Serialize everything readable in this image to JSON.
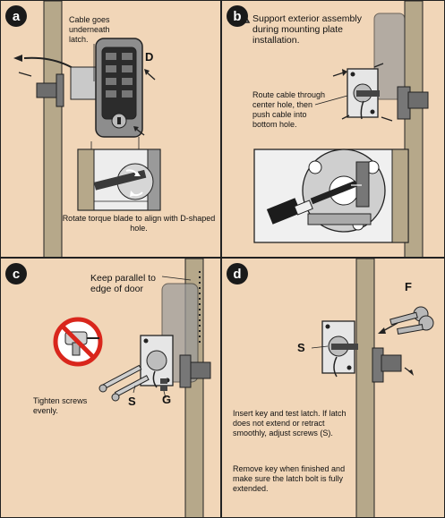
{
  "panels": [
    {
      "badge": "a",
      "callout_cable": "Cable goes underneath latch.",
      "label_d": "D",
      "caption": "Rotate torque blade to align with D-shaped hole."
    },
    {
      "badge": "b",
      "warning_icon": "warning-triangle-icon",
      "warning": "Support exterior assembly during mounting plate installation.",
      "callout_route": "Route cable through center hole, then push cable into bottom hole."
    },
    {
      "badge": "c",
      "callout_parallel": "Keep parallel to edge of door",
      "callout_tighten": "Tighten screws evenly.",
      "label_s": "S",
      "label_g": "G",
      "prohibit_icon": "no-power-drill-icon"
    },
    {
      "badge": "d",
      "label_f": "F",
      "label_s": "S",
      "instructions_1": "Insert key and test latch. If latch does not extend or retract smoothly, adjust screws (S).",
      "instructions_2": "Remove key when finished and make sure the latch bolt is fully extended."
    }
  ],
  "colors": {
    "panel_bg": "#f1d6b8",
    "door_edge": "#b6a88a",
    "prohibit_red": "#d9261c",
    "outline": "#222222"
  }
}
